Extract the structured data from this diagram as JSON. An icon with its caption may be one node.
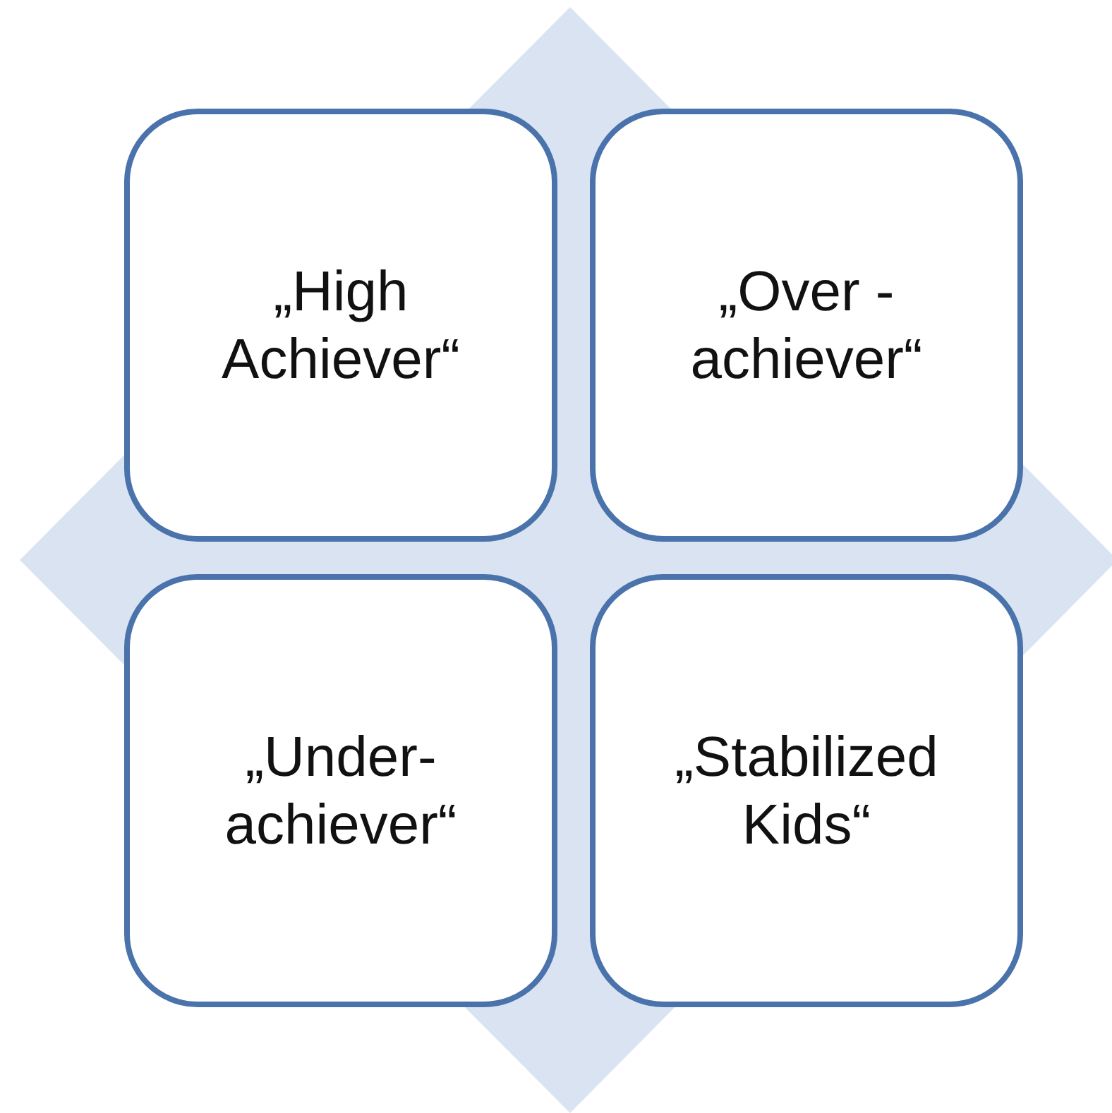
{
  "diagram": {
    "nodes": [
      {
        "text": [
          "„High Achiever“"
        ]
      },
      {
        "text": [
          "„Over - achiever“"
        ]
      },
      {
        "text": [
          "„Under- achiever“"
        ]
      },
      {
        "text": [
          "„Stabilized Kids“"
        ]
      }
    ]
  }
}
